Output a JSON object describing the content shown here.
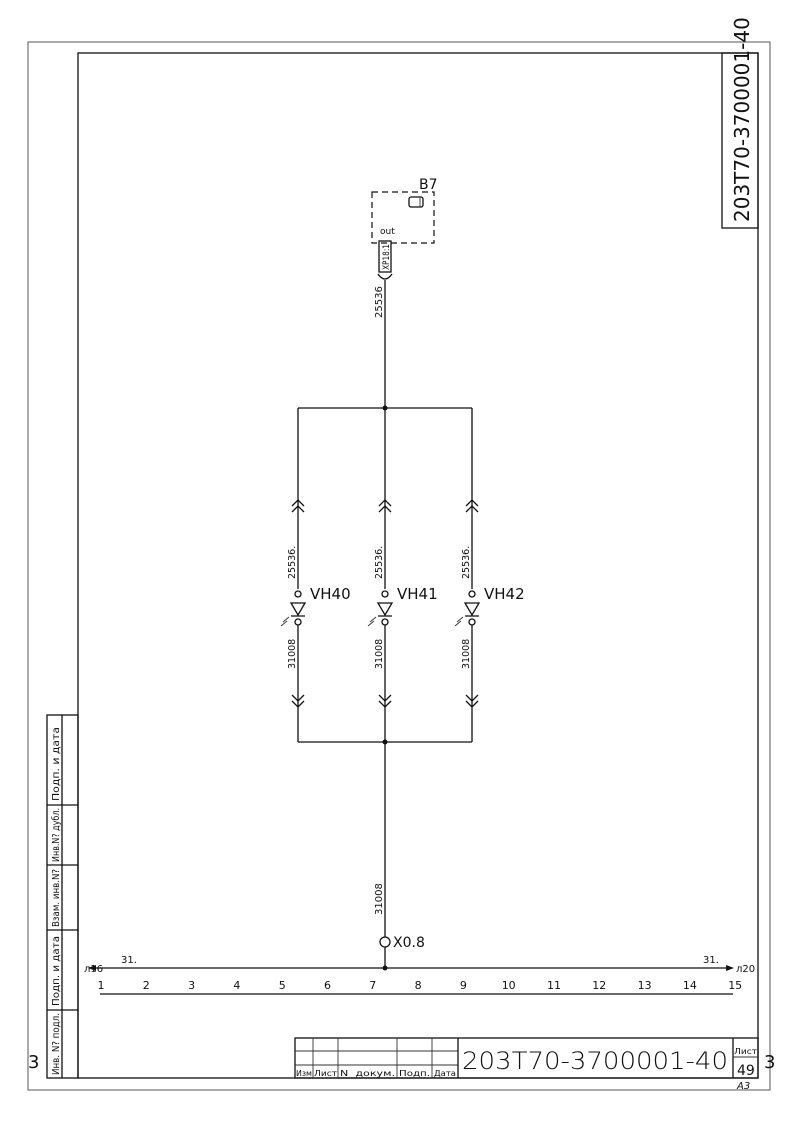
{
  "sheet": {
    "doc_number_side": "203T70-3700001-40",
    "doc_number_title": "203T70-3700001-40",
    "sheet_label": "Лист",
    "sheet_number": "49",
    "format": "A3",
    "margin_mark_left": "3",
    "margin_mark_right": "3",
    "title_headers": [
      "Изм",
      "Лист",
      "N  докум.",
      "Подп.",
      "Дата"
    ],
    "side_stamp": [
      "Инв. N? подл.",
      "Подп. и дата",
      "Взам. инв.N?",
      "Инв.N? дубл.",
      "Подп. и дата"
    ]
  },
  "device": {
    "label": "B7",
    "pin": "out",
    "connector": "XP18:1",
    "wire_in": "25536"
  },
  "branches": [
    {
      "label": "VH40",
      "wire_top": "25536.",
      "wire_bottom": "31008"
    },
    {
      "label": "VH41",
      "wire_top": "25536.",
      "wire_bottom": "31008"
    },
    {
      "label": "VH42",
      "wire_top": "25536.",
      "wire_bottom": "31008"
    }
  ],
  "bottom": {
    "wire": "31008",
    "terminal": "X0.8",
    "bus_left_ref": "л16",
    "bus_right_ref": "л20",
    "bus_left_wire": "31.",
    "bus_right_wire": "31.",
    "zones": [
      "1",
      "2",
      "3",
      "4",
      "5",
      "6",
      "7",
      "8",
      "9",
      "10",
      "11",
      "12",
      "13",
      "14",
      "15"
    ]
  }
}
